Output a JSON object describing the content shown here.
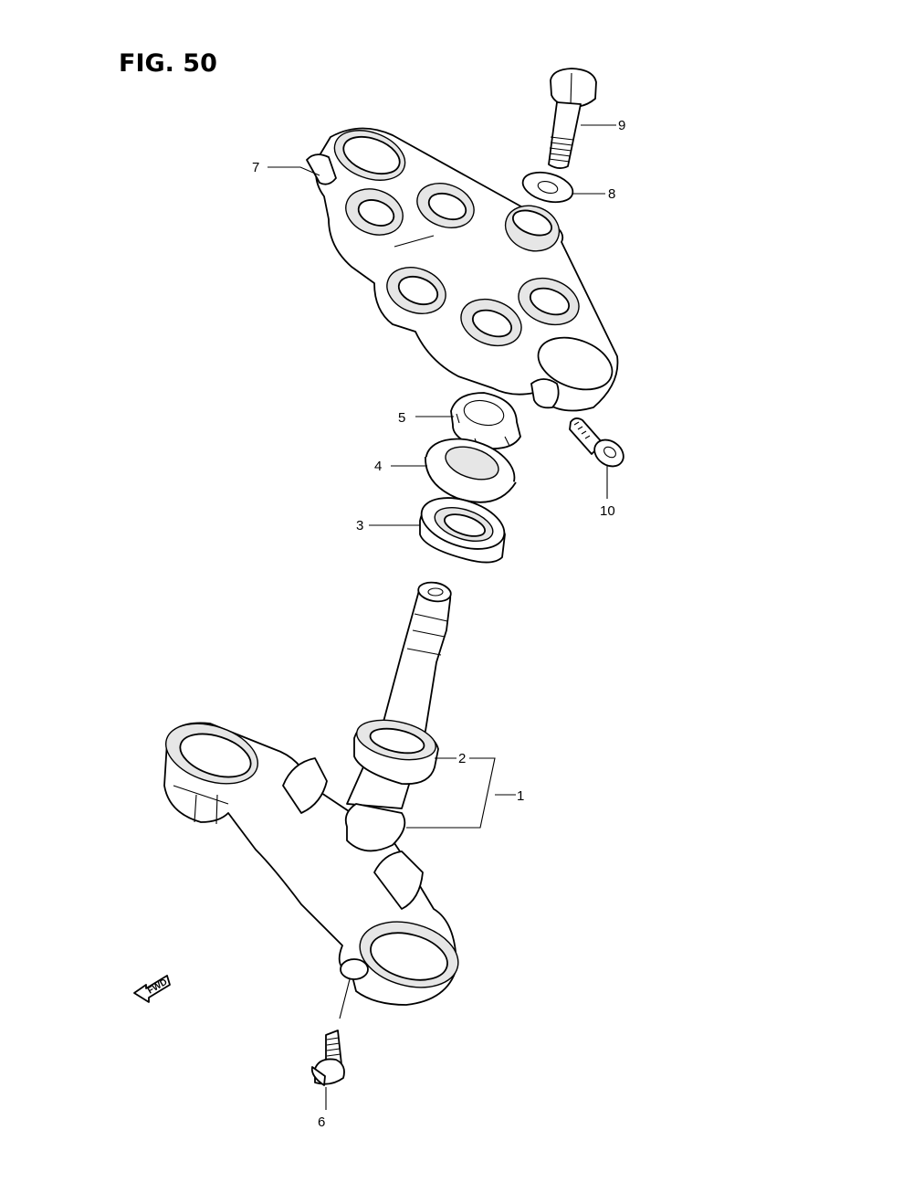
{
  "figure": {
    "title": "FIG. 50",
    "direction_label": "FWD"
  },
  "callouts": {
    "c1": "1",
    "c2": "2",
    "c3": "3",
    "c4": "4",
    "c5": "5",
    "c6": "6",
    "c7": "7",
    "c8": "8",
    "c9": "9",
    "c10": "10"
  }
}
